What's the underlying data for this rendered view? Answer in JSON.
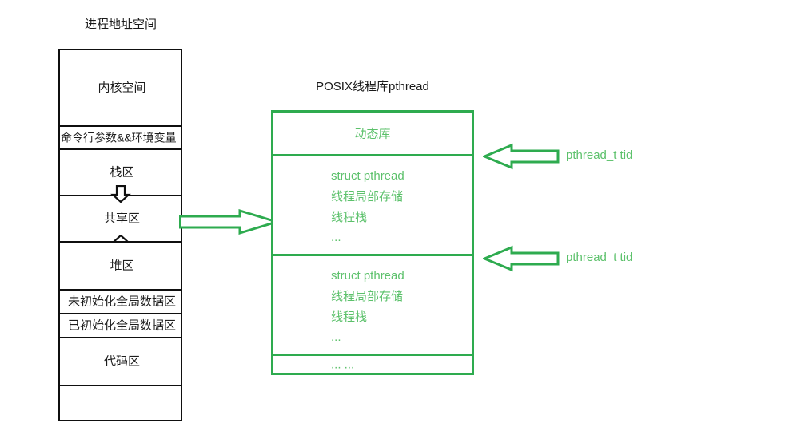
{
  "diagram": {
    "process_address_space": {
      "title": "进程地址空间",
      "rows": [
        {
          "label": "内核空间"
        },
        {
          "label": "命令行参数&&环境变量"
        },
        {
          "label": "栈区"
        },
        {
          "label": "共享区"
        },
        {
          "label": "堆区"
        },
        {
          "label": "未初始化全局数据区"
        },
        {
          "label": "已初始化全局数据区"
        },
        {
          "label": "代码区"
        },
        {
          "label": ""
        }
      ],
      "shared_arrows": {
        "down_icon": "arrow-down-outline-icon",
        "up_icon": "arrow-up-outline-icon"
      }
    },
    "connector": {
      "icon": "arrow-right-block-icon",
      "color": "#2eab4f"
    },
    "pthread_library": {
      "title": "POSIX线程库pthread",
      "border_color": "#2eab4f",
      "text_color": "#5cc16b",
      "rows": [
        {
          "type": "center",
          "label": "动态库"
        },
        {
          "type": "block",
          "lines": [
            "struct pthread",
            "线程局部存储",
            "线程栈",
            "..."
          ]
        },
        {
          "type": "block",
          "lines": [
            "struct pthread",
            "线程局部存储",
            "线程栈",
            "..."
          ]
        },
        {
          "type": "dots",
          "label": "... ..."
        }
      ]
    },
    "callouts": [
      {
        "label": "pthread_t tid",
        "icon": "arrow-left-block-icon"
      },
      {
        "label": "pthread_t tid",
        "icon": "arrow-left-block-icon"
      }
    ]
  }
}
